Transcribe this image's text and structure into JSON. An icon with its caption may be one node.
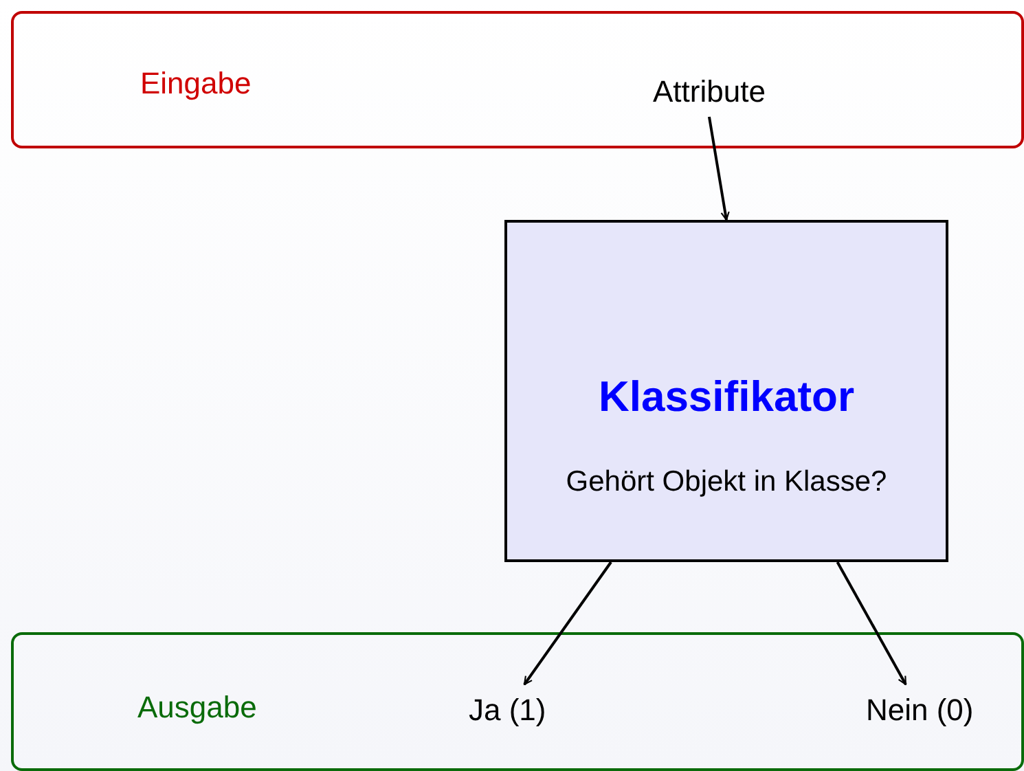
{
  "diagram": {
    "nodes": [
      {
        "text": [
          "Eingabe"
        ]
      },
      {
        "text": [
          "Attribute"
        ],
        "in": 0
      },
      {
        "text": [
          "Klassifikator",
          "Gehört Objekt in Klasse?"
        ]
      },
      {
        "text": [
          "Ausgabe"
        ]
      },
      {
        "text": [
          "Ja (1)"
        ],
        "in": 3
      },
      {
        "text": [
          "Nein (0)"
        ],
        "in": 3
      }
    ],
    "edges": [
      {
        "from": 1,
        "to": 2,
        "arrow": "to"
      },
      {
        "from": 2,
        "to": 4,
        "arrow": "to"
      },
      {
        "from": 2,
        "to": 5,
        "arrow": "to"
      }
    ]
  }
}
